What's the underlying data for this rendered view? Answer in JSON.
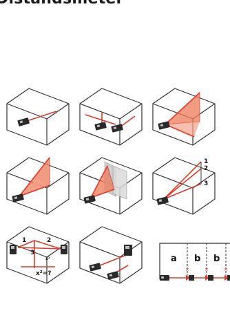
{
  "title": "Distandsmeter",
  "labels": {
    "steps": [
      "1",
      "2",
      "3"
    ],
    "triangle": [
      "1",
      "2",
      "3"
    ],
    "x_small": "x²",
    "x_result": "x²=?",
    "segments": [
      "a",
      "b",
      "b"
    ]
  },
  "colors": {
    "laser": "#e03a2a",
    "fan": "#ee7a5a",
    "line": "#333333",
    "device": "#2a2a2a"
  }
}
